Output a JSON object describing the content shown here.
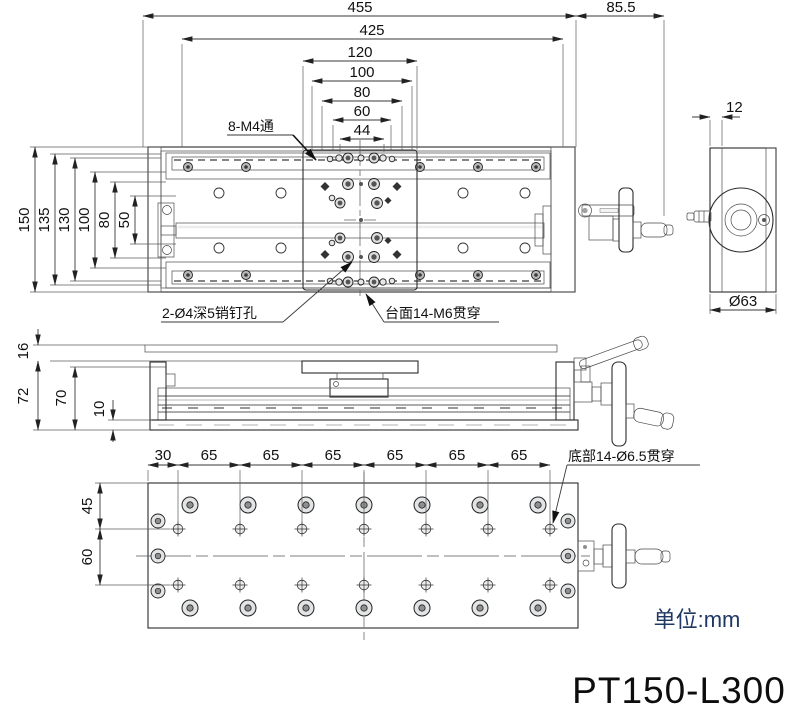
{
  "title": {
    "model": "PT150-L300",
    "units": "单位:mm"
  },
  "colors": {
    "accent_text": "#1f3864",
    "line": "#2b2b2b",
    "fill_metal": "#d7d8d9"
  },
  "top_view": {
    "h_dims": [
      "455",
      "425",
      "120",
      "100",
      "80",
      "60",
      "44"
    ],
    "offset_dim": "85.5",
    "v_dims": [
      "150",
      "135",
      "130",
      "100",
      "80",
      "50"
    ],
    "labels": {
      "thread_holes": "8-M4通",
      "pin_holes": "2-Ø4深5销钉孔",
      "table_holes": "台面14-M6贯穿"
    }
  },
  "end_view": {
    "flange_dim": "12",
    "hub_dia": "Ø63"
  },
  "side_view": {
    "v_dims": [
      "16",
      "72",
      "70",
      "10"
    ]
  },
  "bottom_view": {
    "h_dims": [
      "30",
      "65",
      "65",
      "65",
      "65",
      "65",
      "65"
    ],
    "v_dims": [
      "45",
      "60"
    ],
    "label": "底部14-Ø6.5贯穿"
  }
}
